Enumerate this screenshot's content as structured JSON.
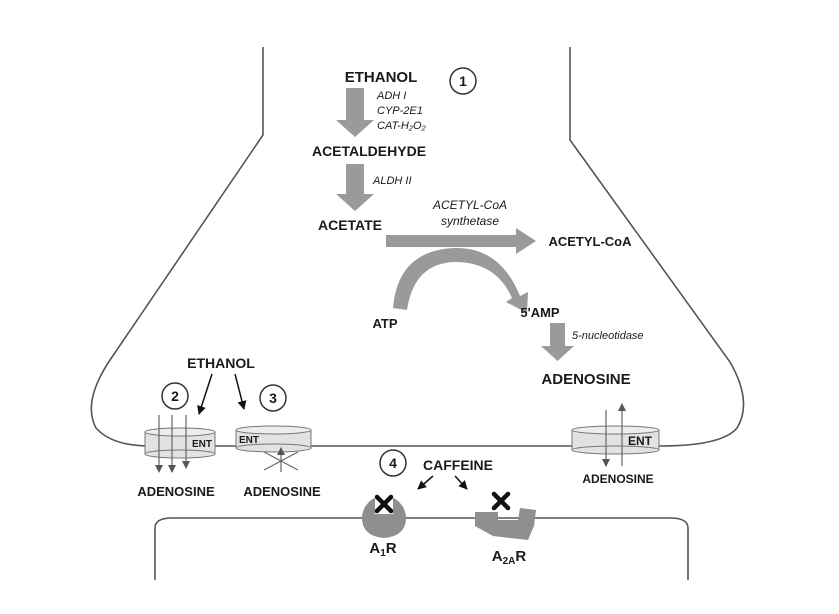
{
  "metabolism": {
    "ethanol": "ETHANOL",
    "enzymes_1": [
      "ADH I",
      "CYP-2E1",
      "CAT-H₂O₂"
    ],
    "acetaldehyde": "ACETALDEHYDE",
    "enzyme_2": "ALDH II",
    "acetate": "ACETATE",
    "acetyl_synthetase_line1": "ACETYL-CoA",
    "acetyl_synthetase_line2": "synthetase",
    "acetyl_coa": "ACETYL-CoA",
    "atp": "ATP",
    "amp": "5'AMP",
    "nucleotidase": "5-nucleotidase",
    "adenosine": "ADENOSINE"
  },
  "markers": [
    "1",
    "2",
    "3",
    "4"
  ],
  "transport": {
    "ethanol": "ETHANOL",
    "ent": "ENT",
    "adenosine": "ADENOSINE"
  },
  "caffeine": "CAFFEINE",
  "receptors": {
    "a1": {
      "base": "A",
      "sub": "1",
      "suffix": "R"
    },
    "a2a": {
      "base": "A",
      "sub": "2A",
      "suffix": "R"
    }
  },
  "colors": {
    "arrow": "#9a9a9a",
    "outline": "#555555",
    "ent_fill": "#e2e2e2",
    "receptor": "#8f8f8f"
  }
}
